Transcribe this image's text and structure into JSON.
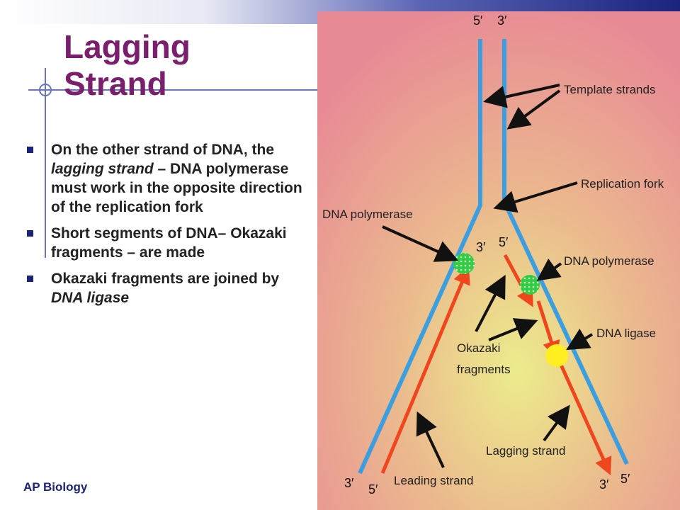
{
  "slide": {
    "title_line1": "Lagging",
    "title_line2": "Strand",
    "bullets": [
      {
        "pre": "On the other strand of DNA, the ",
        "em": "lagging strand",
        "post": " – DNA polymerase must work in the opposite direction of the replication fork"
      },
      {
        "pre": "Short segments of DNA– Okazaki fragments – are made",
        "em": "",
        "post": ""
      },
      {
        "pre": "Okazaki fragments are joined by ",
        "em": "DNA ligase",
        "post": ""
      }
    ],
    "footer": "AP Biology"
  },
  "figure": {
    "labels": {
      "template_strands": "Template strands",
      "replication_fork": "Replication fork",
      "dna_polymerase_left": "DNA polymerase",
      "dna_polymerase_right": "DNA polymerase",
      "dna_ligase": "DNA ligase",
      "okazaki_line1": "Okazaki",
      "okazaki_line2": "fragments",
      "lagging_strand": "Lagging strand",
      "leading_strand": "Leading strand"
    },
    "ends": {
      "top_left": "5′",
      "top_right": "3′",
      "mid_left_3": "3′",
      "mid_right_5": "5′",
      "bottom_left_3": "3′",
      "bottom_left_5": "5′",
      "bottom_right_3": "3′",
      "bottom_right_5": "5′"
    },
    "colors": {
      "background_outer": "#e88a95",
      "background_inner": "#ecec8c",
      "template_strand": "#3a9ee0",
      "new_strand": "#f0461e",
      "polymerase": "#33cc44",
      "ligase": "#ffee22"
    }
  }
}
